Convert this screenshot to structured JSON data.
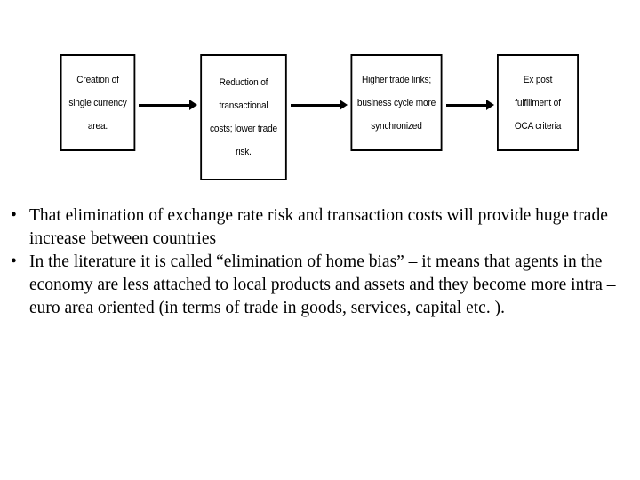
{
  "slide": {
    "diagram": {
      "boxes": [
        {
          "name": "creation-of-single-currency-area",
          "lines": [
            "Creation of",
            "single currency",
            "area."
          ]
        },
        {
          "name": "reduction-of-transactional-costs",
          "lines": [
            "Reduction of",
            "transactional",
            "costs; lower trade",
            "risk."
          ]
        },
        {
          "name": "higher-trade-links",
          "lines": [
            "Higher trade links;",
            "business cycle more",
            "synchronized"
          ]
        },
        {
          "name": "ex-post-fulfillment-of-oca-criteria",
          "lines": [
            "Ex post",
            "fulfillment of",
            "OCA criteria"
          ]
        }
      ],
      "arrows": [
        {
          "name": "arrow-box1-to-box2",
          "direction": "right"
        },
        {
          "name": "arrow-box2-to-box3",
          "direction": "right"
        },
        {
          "name": "arrow-box3-to-box4",
          "direction": "right"
        }
      ]
    },
    "bullets": [
      {
        "marker": "•",
        "text": "That elimination of exchange rate risk and transaction costs will provide huge trade increase between countries"
      },
      {
        "marker": "•",
        "text": "In the literature it is called “elimination of home bias” – it means that agents in the economy are less attached to local products and assets and they become more intra – euro area oriented (in terms of trade in goods, services, capital  etc. )."
      }
    ],
    "colors": {
      "background": "#ffffff",
      "text": "#000000",
      "box_border": "#000000",
      "arrow": "#000000"
    }
  }
}
